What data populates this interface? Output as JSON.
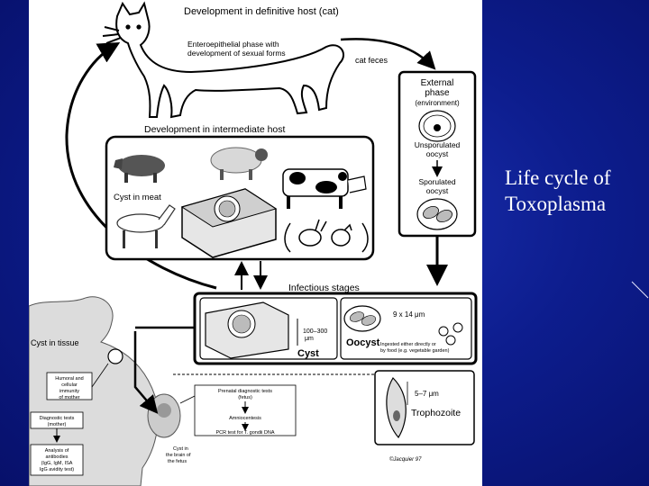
{
  "slide": {
    "title_line1": "Life cycle of",
    "title_line2": "Toxoplasma"
  },
  "figure": {
    "definitive_host": "Development in definitive host (cat)",
    "enteroepithelial_1": "Enteroepithelial phase with",
    "enteroepithelial_2": "development of sexual forms",
    "cat_feces": "cat feces",
    "external_1": "External",
    "external_2": "phase",
    "external_3": "(environment)",
    "unsporulated_1": "Unsporulated",
    "unsporulated_2": "oocyst",
    "sporulated_1": "Sporulated",
    "sporulated_2": "oocyst",
    "intermediate_host": "Development in intermediate host",
    "cyst_in_meat": "Cyst in meat",
    "infectious_stages": "Infectious stages",
    "cyst_size_1": "100–300",
    "cyst_size_2": "μm",
    "cyst": "Cyst",
    "oocyst_size": "9 x 14 μm",
    "oocyst": "Oocyst",
    "oocyst_note_1": "Ingested either directly or",
    "oocyst_note_2": "by food (e.g. vegetable garden)",
    "cyst_in_tissue": "Cyst in tissue",
    "humoral_1": "Humoral and",
    "humoral_2": "cellular",
    "humoral_3": "immunity",
    "humoral_4": "of mother",
    "diag_mother_1": "Diagnostic tests",
    "diag_mother_2": "(mother)",
    "analysis_1": "Analysis of",
    "analysis_2": "antibodies",
    "analysis_3": "(IgG, IgM, ISA",
    "analysis_4": "IgG avidity test)",
    "prenatal_1": "Prenatal diagnostic tests",
    "prenatal_2": "(fetus)",
    "amniocentesis": "Amniocentesis",
    "pcr": "PCR test for T. gondii DNA",
    "fetus_cyst_1": "Cyst in",
    "fetus_cyst_2": "the brain of",
    "fetus_cyst_3": "the fetus",
    "trophozoite_size": "5–7 μm",
    "trophozoite": "Trophozoite",
    "signature": "©Jacquier 97"
  }
}
